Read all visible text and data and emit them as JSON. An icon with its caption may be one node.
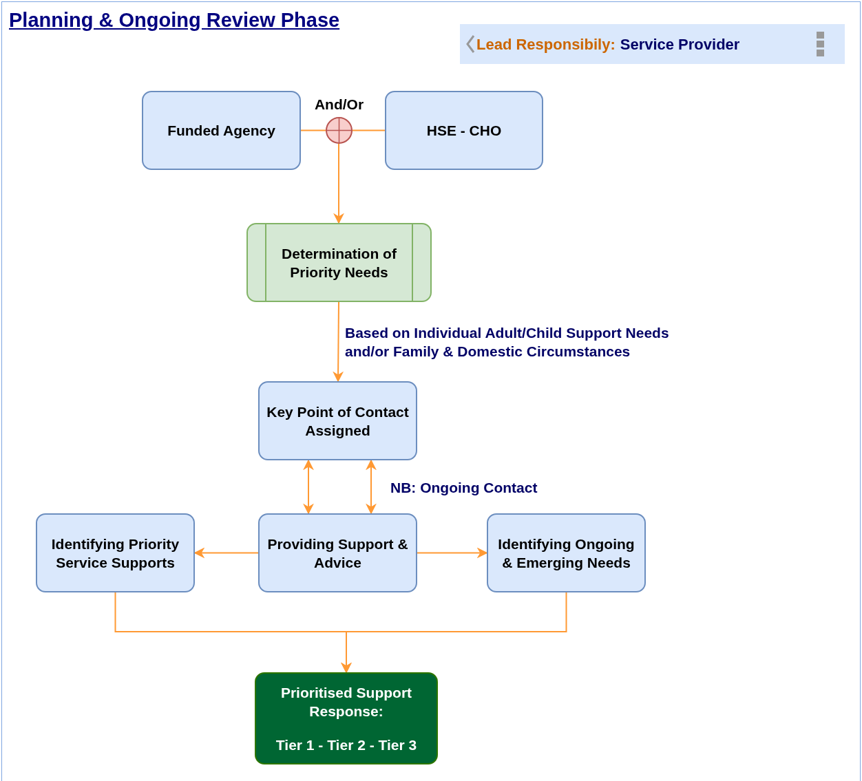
{
  "diagram": {
    "title": "Planning & Ongoing Review Phase",
    "nodes": [
      {
        "text": [
          "Funded Agency"
        ]
      },
      {
        "text": [
          "HSE - CHO"
        ]
      },
      {
        "text": [],
        "shape": "circle",
        "beside": [
          "And/Or"
        ]
      },
      {
        "text": [
          "Determination of Priority Needs"
        ]
      },
      {
        "text": [
          "Key Point of Contact Assigned"
        ]
      },
      {
        "text": [
          "Identifying Priority Service Supports"
        ]
      },
      {
        "text": [
          "Providing Support & Advice"
        ]
      },
      {
        "text": [
          "Identifying Ongoing & Emerging Needs"
        ]
      },
      {
        "text": [
          "Prioritised Support Response:",
          "Tier 1 - Tier 2 - Tier 3"
        ]
      }
    ],
    "edges": [
      {
        "from": 0,
        "to": 2,
        "arrow": "none"
      },
      {
        "from": 1,
        "to": 2,
        "arrow": "none"
      },
      {
        "from": 2,
        "to": 3,
        "arrow": "to"
      },
      {
        "from": 3,
        "to": 4,
        "arrow": "to",
        "label": "Based on Individual Adult/Child Support Needs and/or Family & Domestic Circumstances"
      },
      {
        "from": 4,
        "to": 6,
        "arrow": "both"
      },
      {
        "from": 4,
        "to": 6,
        "arrow": "both",
        "label": "NB: Ongoing Contact"
      },
      {
        "from": 6,
        "to": 5,
        "arrow": "to"
      },
      {
        "from": 6,
        "to": 7,
        "arrow": "to"
      },
      {
        "from": 5,
        "to": 8,
        "arrow": "to"
      },
      {
        "from": 7,
        "to": 8,
        "arrow": "to"
      }
    ],
    "labels": [
      "Lead Responsibily:",
      "Service Provider"
    ]
  }
}
